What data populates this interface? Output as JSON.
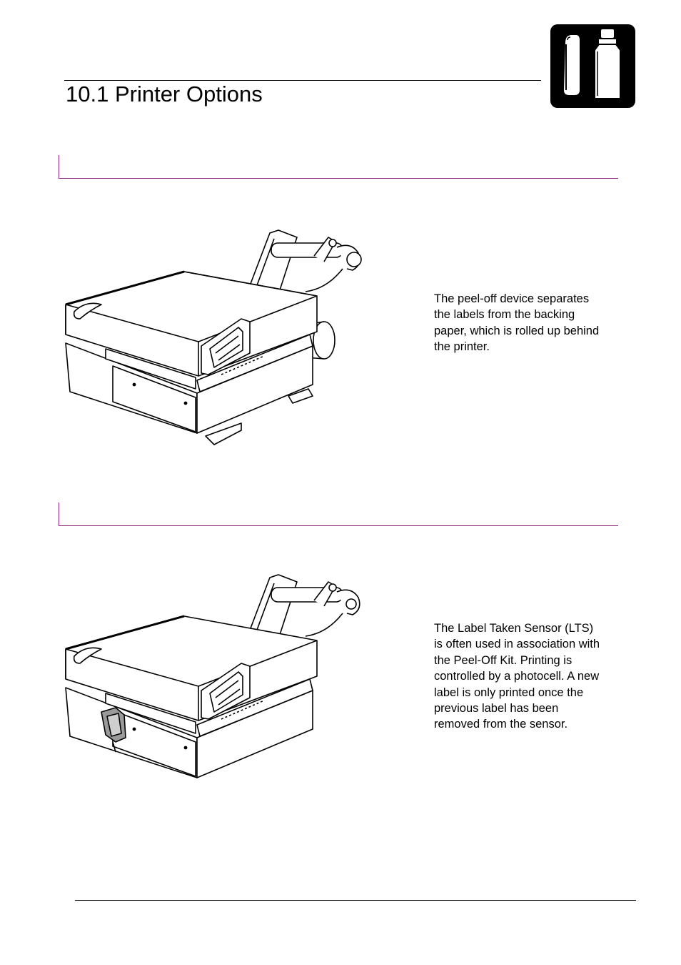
{
  "page": {
    "title": "10.1 Printer Options"
  },
  "sections": [
    {
      "heading": "",
      "description": "The peel-off device separates\nthe labels from the backing\npaper, which is rolled up behind\nthe printer.",
      "illustration": "printer-with-peel-off-kit"
    },
    {
      "heading": "",
      "description": "The Label Taken Sensor (LTS)\nis often used in association with\nthe Peel-Off Kit. Printing is\ncontrolled by a photocell. A new\nlabel is only printed once the\nprevious label has been\nremoved from the sensor.",
      "illustration": "printer-with-label-taken-sensor"
    }
  ],
  "icons": {
    "chapter": "accessories-bottle-icon"
  },
  "colors": {
    "section_rule": "#8d1f7e",
    "icon_background": "#000000"
  }
}
